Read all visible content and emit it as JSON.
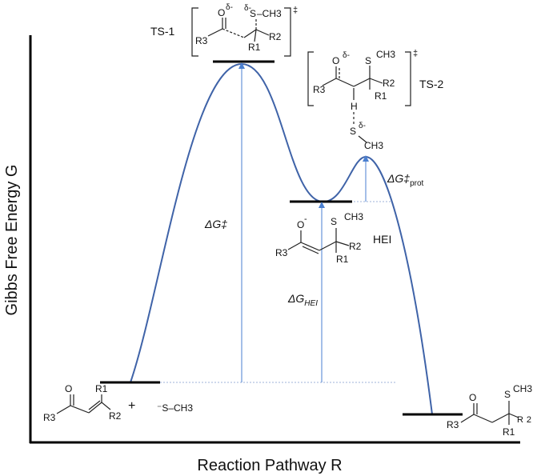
{
  "axes": {
    "xlabel": "Reaction Pathway R",
    "ylabel": "Gibbs Free Energy G"
  },
  "labels": {
    "ts1": "TS-1",
    "ts2": "TS-2",
    "hei": "HEI",
    "dg_ts1": "ΔG‡",
    "dg_hei": "ΔG",
    "dg_hei_sub": "HEI",
    "dg_prot": "ΔG‡",
    "dg_prot_sub": "prot",
    "plus": "+",
    "dagger": "‡"
  },
  "molecules": {
    "reactant": {
      "o": "O",
      "r1": "R1",
      "r2": "R2",
      "r3": "R3"
    },
    "thiolate": "⁻S–CH3",
    "ts1": {
      "o": "O",
      "o_charge": "δ-",
      "s": "S",
      "s_charge": "δ-",
      "ch3": "–CH3",
      "r1": "R1",
      "r2": "R2",
      "r3": "R3"
    },
    "ts2": {
      "o": "O",
      "o_charge": "δ-",
      "s": "S",
      "ch3": "CH3",
      "r1": "R1",
      "r2": "R2",
      "r3": "R3",
      "h": "H",
      "s_lower": "S",
      "s_lower_charge": "δ-",
      "ch3_lower": "CH3"
    },
    "hei": {
      "o": "O",
      "o_charge": "-",
      "s": "S",
      "ch3": "CH3",
      "r1": "R1",
      "r2": "R2",
      "r3": "R3"
    },
    "product": {
      "o": "O",
      "s": "S",
      "ch3": "CH3",
      "r1": "R1",
      "r2": "R2",
      "r3": "R3"
    }
  },
  "colors": {
    "curve": "#3f63a8",
    "arrow": "#4a7fd0",
    "guide": "#9fb3d9",
    "level": "#000000"
  }
}
